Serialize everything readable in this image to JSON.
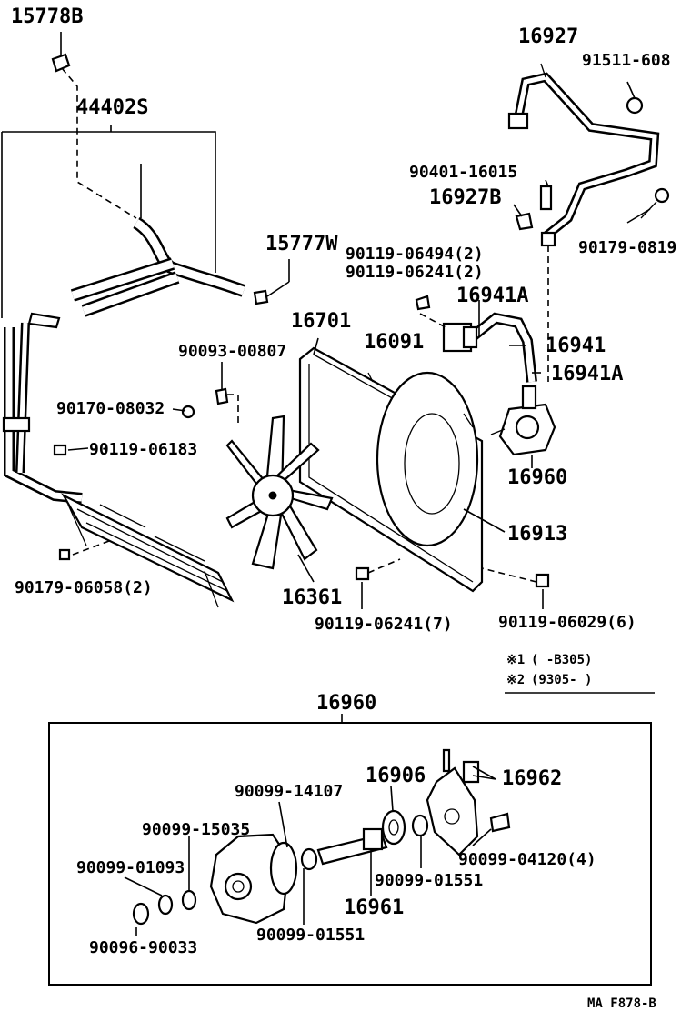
{
  "labels": {
    "l_15778B": "15778B",
    "l_44402S": "44402S",
    "l_16927": "16927",
    "l_91511": "91511-608",
    "l_90401": "90401-16015",
    "l_16927B": "16927B",
    "l_90179_0819": "90179-0819",
    "l_15777W": "15777W",
    "l_90119_06494": "90119-06494(2)",
    "l_90119_06241a": "90119-06241(2)",
    "l_16941A_top": "16941A",
    "l_16701": "16701",
    "l_16091": "16091",
    "l_16941": "16941",
    "l_16941A_mid": "16941A",
    "l_90093": "90093-00807",
    "l_90170": "90170-08032",
    "l_90119_06183": "90119-06183",
    "l_16960_pump": "16960",
    "l_16913": "16913",
    "l_90179_06058": "90179-06058(2)",
    "l_16361": "16361",
    "l_90119_06241b": "90119-06241(7)",
    "l_90119_06029": "90119-06029(6)",
    "l_16960_box": "16960",
    "l_90099_14107": "90099-14107",
    "l_16906": "16906",
    "l_16962": "16962",
    "l_90099_15035": "90099-15035",
    "l_90099_01093": "90099-01093",
    "l_90099_04120": "90099-04120(4)",
    "l_90099_01551a": "90099-01551",
    "l_16961": "16961",
    "l_90096": "90096-90033",
    "l_90099_01551b": "90099-01551",
    "l_ref": "MA F878-B"
  },
  "legend": {
    "row1_mark": "※1",
    "row1_text": "(      -B305)",
    "row2_mark": "※2",
    "row2_text": "(9305-      )"
  }
}
